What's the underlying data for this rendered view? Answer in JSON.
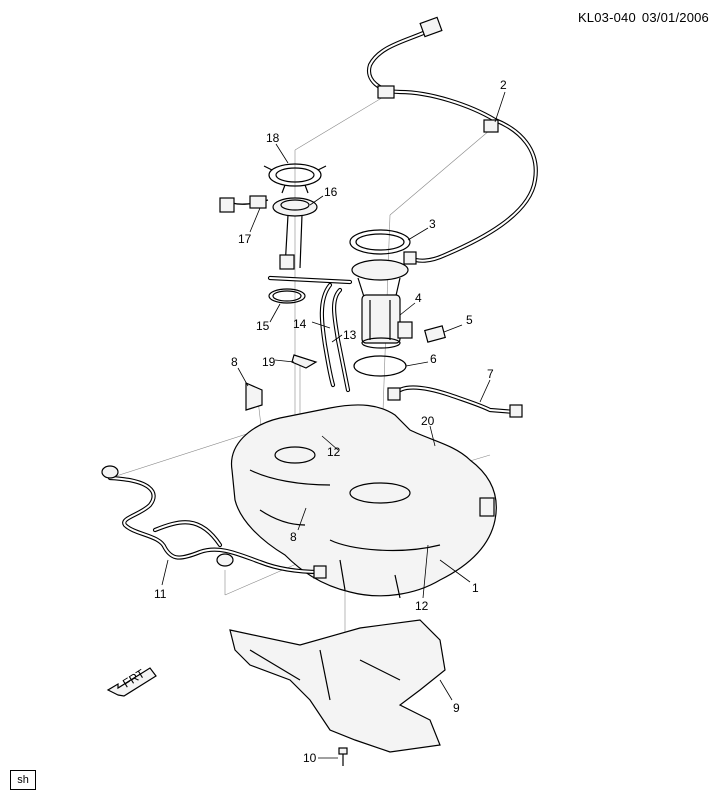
{
  "header": {
    "ref_code": "KL03-040",
    "ref_date": "03/01/2006"
  },
  "footer": {
    "badge": "sh",
    "front_arrow": "FRT"
  },
  "callouts": [
    "1",
    "2",
    "3",
    "4",
    "5",
    "6",
    "7",
    "8",
    "8",
    "9",
    "10",
    "11",
    "12",
    "12",
    "13",
    "14",
    "15",
    "16",
    "17",
    "18",
    "19",
    "20"
  ]
}
